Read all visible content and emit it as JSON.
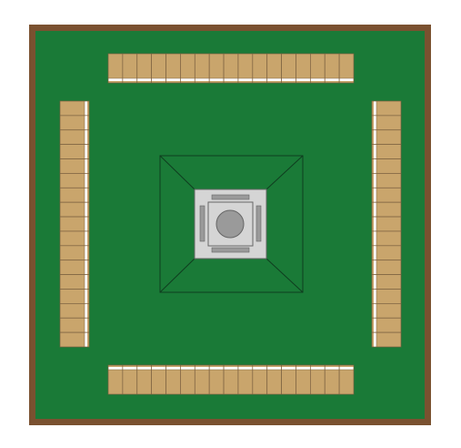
{
  "colors": {
    "page_background": "#ffffff",
    "table_frame": "#7a5130",
    "felt": "#1a7a37",
    "felt_line": "#0f3d1f",
    "tile_face": "#c9a56c",
    "tile_edge": "#7a6040",
    "tile_stripe": "#ffffff",
    "center_plate": "#d5d5d5",
    "center_plate_edge": "#666666",
    "center_detail": "#9a9a9a"
  },
  "walls": {
    "top_tile_count": 17,
    "bottom_tile_count": 17,
    "left_tile_count": 17,
    "right_tile_count": 17
  },
  "center": {
    "indicator_marks": 4,
    "dial": "round-dial-icon"
  }
}
